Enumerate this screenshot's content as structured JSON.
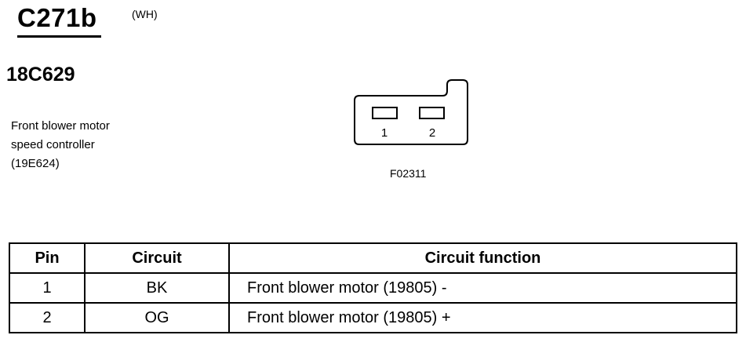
{
  "connector": {
    "id": "C271b",
    "color": "(WH)"
  },
  "part_number": "18C629",
  "component": {
    "lines": [
      "Front blower motor",
      "speed controller",
      "(19E624)"
    ]
  },
  "diagram": {
    "pin_labels": [
      "1",
      "2"
    ],
    "figure_code": "F02311"
  },
  "table": {
    "headers": [
      "Pin",
      "Circuit",
      "Circuit function"
    ],
    "rows": [
      {
        "pin": "1",
        "circuit": "BK",
        "function": "Front blower motor (19805) -"
      },
      {
        "pin": "2",
        "circuit": "OG",
        "function": "Front blower motor (19805) +"
      }
    ]
  }
}
